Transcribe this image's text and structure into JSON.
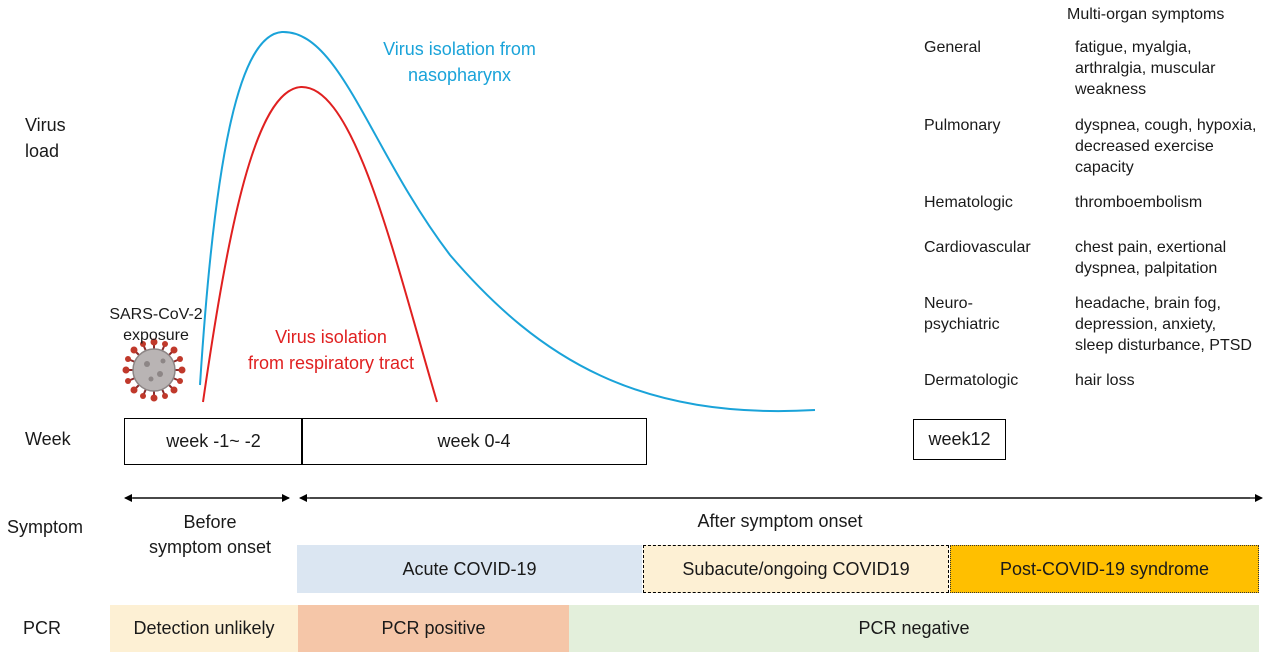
{
  "row_labels": {
    "virus_load": "Virus\nload",
    "week": "Week",
    "symptom": "Symptom",
    "pcr": "PCR"
  },
  "curves": {
    "nasopharynx_label": "Virus isolation from\nnasopharynx",
    "respiratory_label": "Virus isolation\nfrom respiratory tract",
    "nasopharynx_color": "#1aa3d9",
    "respiratory_color": "#e02020"
  },
  "exposure": {
    "label": "SARS-CoV-2\nexposure",
    "icon": "coronavirus-icon"
  },
  "weeks": [
    "week -1~ -2",
    "week 0-4",
    "week12"
  ],
  "phases": {
    "before": "Before\nsymptom onset",
    "after": "After symptom onset"
  },
  "symptom_bands": [
    {
      "label": "Acute COVID-19",
      "color": "#dbe6f2"
    },
    {
      "label": "Subacute/ongoing COVID19",
      "color": "#fdf0d4"
    },
    {
      "label": "Post-COVID-19 syndrome",
      "color": "#ffbf00"
    }
  ],
  "pcr_bands": [
    {
      "label": "Detection unlikely",
      "color": "#fdf0d4"
    },
    {
      "label": "PCR positive",
      "color": "#f5c6a8"
    },
    {
      "label": "PCR negative",
      "color": "#e3efdb"
    }
  ],
  "multi_organ": {
    "title": "Multi-organ symptoms",
    "rows": [
      {
        "system": "General",
        "symptoms": "fatigue, myalgia,\narthralgia, muscular\nweakness"
      },
      {
        "system": "Pulmonary",
        "symptoms": "dyspnea, cough, hypoxia,\ndecreased exercise\ncapacity"
      },
      {
        "system": "Hematologic",
        "symptoms": "thromboembolism"
      },
      {
        "system": "Cardiovascular",
        "symptoms": "chest pain, exertional\ndyspnea, palpitation"
      },
      {
        "system": "Neuro-\npsychiatric",
        "symptoms": "headache, brain fog,\ndepression, anxiety,\nsleep disturbance, PTSD"
      },
      {
        "system": "Dermatologic",
        "symptoms": "hair loss"
      }
    ]
  }
}
